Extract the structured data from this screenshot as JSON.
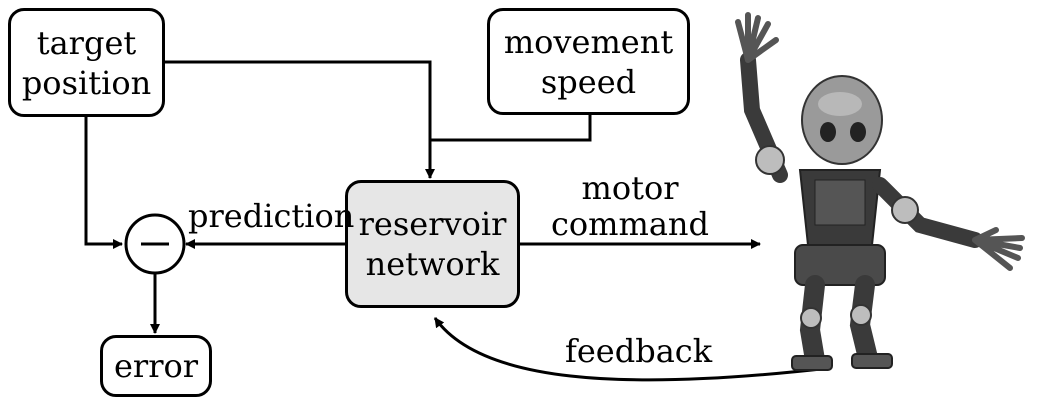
{
  "diagram": {
    "nodes": {
      "target_position": "target\nposition",
      "movement_speed": "movement\nspeed",
      "reservoir_network": "reservoir\nnetwork",
      "error": "error",
      "subtractor_symbol": "−"
    },
    "edge_labels": {
      "prediction": "prediction",
      "motor_command": "motor\ncommand",
      "feedback": "feedback"
    },
    "colors": {
      "stroke": "#000000",
      "reservoir_fill": "#e6e6e6",
      "robot_body": "#3a3a3a",
      "robot_head": "#9a9a9a"
    },
    "robot_image": "humanoid-robot"
  }
}
